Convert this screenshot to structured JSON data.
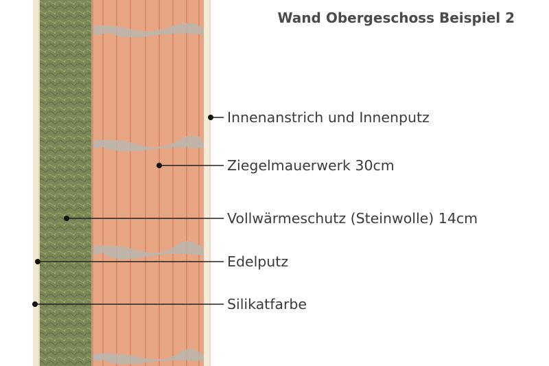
{
  "title": "Wand Obergeschoss Beispiel 2",
  "layers": [
    {
      "label": "Innenanstrich und Innenputz"
    },
    {
      "label": "Ziegelmauerwerk 30cm"
    },
    {
      "label": "Vollwärmeschutz (Steinwolle) 14cm"
    },
    {
      "label": "Edelputz"
    },
    {
      "label": "Silikatfarbe"
    }
  ],
  "colors": {
    "exterior_paint": "#efe7d2",
    "mineral_wool": "#7b8757",
    "brick": "#e8a583",
    "interior_plaster": "#f3ecd9",
    "leader_line": "#222222",
    "text": "#3a3a3a",
    "title": "#4a4a4a"
  }
}
